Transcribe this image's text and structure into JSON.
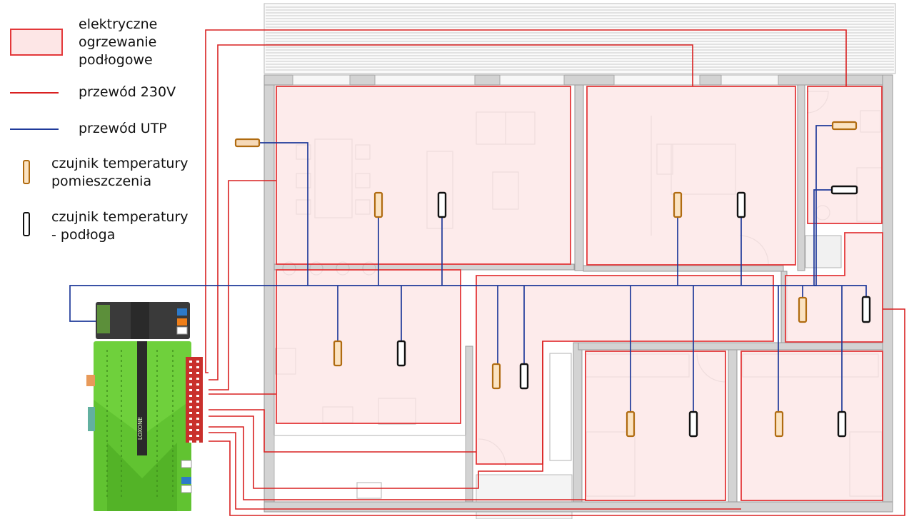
{
  "legend": {
    "heating_label": "elektryczne\nogrzewanie\npodłogowe",
    "wire230_label": "przewód 230V",
    "utp_label": "przewód UTP",
    "room_sensor_label": "czujnik temperatury\npomieszczenia",
    "floor_sensor_label": "czujnik temperatury\n- podłoga"
  },
  "controller": {
    "brand_text": "LOXONE"
  },
  "colors": {
    "heating_fill": "#fde6e6",
    "heating_border": "#e3383a",
    "wire_230v": "#d92020",
    "wire_utp": "#1f3a9a",
    "room_sensor": "#b06b10",
    "floor_sensor": "#111111",
    "controller_green": "#6fd03c",
    "terminal_red": "#c9302c"
  },
  "icons": {
    "room_sensor": "room-temperature-sensor-icon",
    "floor_sensor": "floor-temperature-sensor-icon",
    "controller": "loxone-miniserver-icon"
  }
}
